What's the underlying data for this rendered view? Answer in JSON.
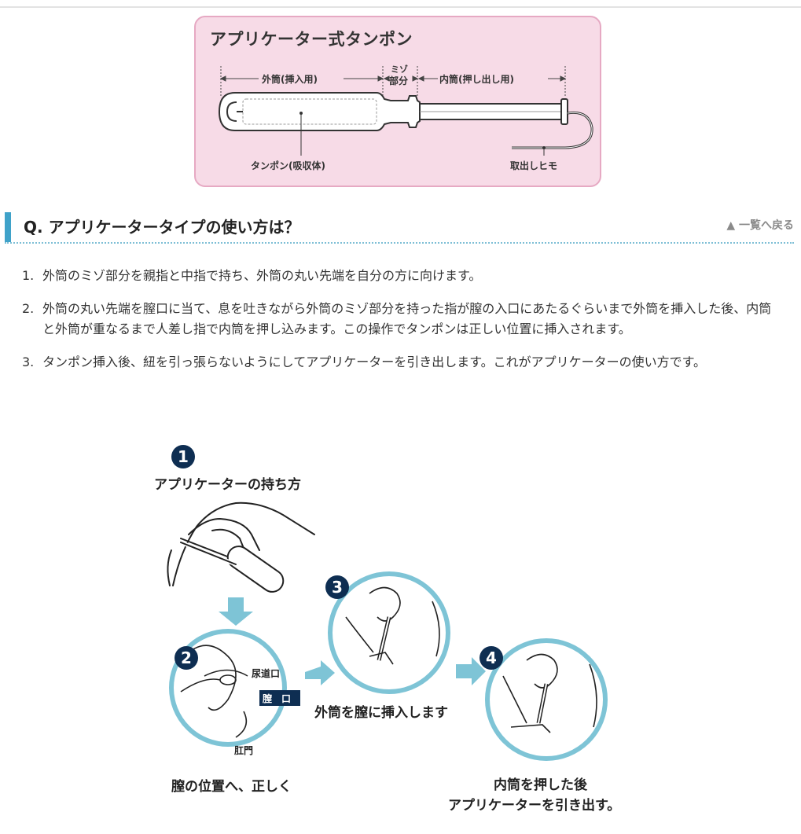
{
  "applicator_diagram": {
    "title": "アプリケーター式タンポン",
    "outer_tube_label": "外筒(挿入用)",
    "groove_label_top": "ミゾ",
    "groove_label_bottom": "部分",
    "inner_tube_label": "内筒(押し出し用)",
    "tampon_label": "タンポン(吸収体)",
    "string_label": "取出しヒモ"
  },
  "section": {
    "title": "Q. アプリケータータイプの使い方は？",
    "back_link": "▲ 一覧へ戻る"
  },
  "steps": [
    {
      "num": "1.",
      "text": "外筒のミゾ部分を親指と中指で持ち、外筒の丸い先端を自分の方に向けます。"
    },
    {
      "num": "2.",
      "text": "外筒の丸い先端を膣口に当て、息を吐きながら外筒のミゾ部分を持った指が膣の入口にあたるぐらいまで外筒を挿入した後、内筒と外筒が重なるまで人差し指で内筒を押し込みます。この操作でタンポンは正しい位置に挿入されます。"
    },
    {
      "num": "3.",
      "text": "タンポン挿入後、紐を引っ張らないようにしてアプリケーターを引き出します。これがアプリケーターの使い方です。"
    }
  ],
  "usage_illustration": {
    "step1_number": "1",
    "step1_label": "アプリケーターの持ち方",
    "step2_number": "2",
    "step2_label": "膣の位置へ、正しく",
    "urethra_label": "尿道口",
    "vagina_label": "膣　口",
    "anus_label": "肛門",
    "step3_number": "3",
    "step3_label": "外筒を膣に挿入します",
    "step4_number": "4",
    "step4_label_line1": "内筒を押した後",
    "step4_label_line2": "アプリケーターを引き出す。"
  },
  "colors": {
    "diagram_background": "#f7dbe7",
    "diagram_border": "#e6a9c3",
    "header_accent": "#3fa2c9",
    "circle_stroke": "#7ec4d6",
    "arrow": "#7ec4d6",
    "badge": "#0e2e52"
  }
}
